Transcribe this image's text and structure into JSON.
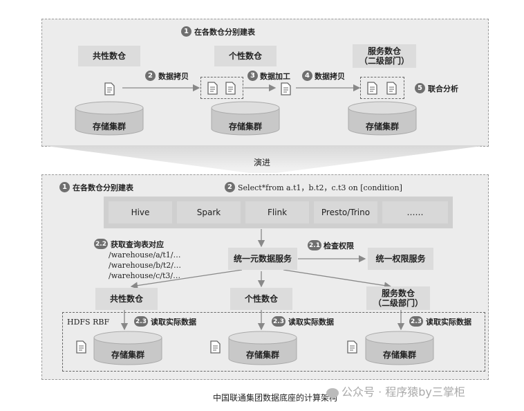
{
  "top": {
    "step1": {
      "num": "1",
      "label": "在各数仓分别建表"
    },
    "warehouses": [
      "共性数仓",
      "个性数仓",
      "服务数仓\n（二级部门）"
    ],
    "step2": {
      "num": "2",
      "label": "数据拷贝"
    },
    "step3": {
      "num": "3",
      "label": "数据加工"
    },
    "step4": {
      "num": "4",
      "label": "数据拷贝"
    },
    "step5": {
      "num": "5",
      "label": "联合分析"
    },
    "storage": [
      "存储集群",
      "存储集群",
      "存储集群"
    ]
  },
  "evolve_label": "演进",
  "bottom": {
    "step1": {
      "num": "1",
      "label": "在各数仓分别建表"
    },
    "step2": {
      "num": "2",
      "label": "Select*from a.t1，b.t2，c.t3 on [condition]"
    },
    "engines": [
      "Hive",
      "Spark",
      "Flink",
      "Presto/Trino",
      "……"
    ],
    "step22": {
      "num": "2.2",
      "label": "获取查询表对应"
    },
    "paths": [
      "/warehouse/a/t1/…",
      "/warehouse/b/t2/…",
      "/warehouse/c/t3/…"
    ],
    "metadata_service": "统一元数据服务",
    "step21": {
      "num": "2.1",
      "label": "检查权限"
    },
    "permission_service": "统一权限服务",
    "warehouses": [
      "共性数仓",
      "个性数仓",
      "服务数仓\n（二级部门）"
    ],
    "hdfs_label": "HDFS RBF",
    "read": [
      {
        "num": "2.3",
        "label": "读取实际数据"
      },
      {
        "num": "2.3",
        "label": "读取实际数据"
      },
      {
        "num": "2.3",
        "label": "读取实际数据"
      }
    ],
    "storage": [
      "存储集群",
      "存储集群",
      "存储集群"
    ]
  },
  "caption": "中国联通集团数据底座的计算架构",
  "watermark": "公众号 · 程序猿by三掌柜"
}
